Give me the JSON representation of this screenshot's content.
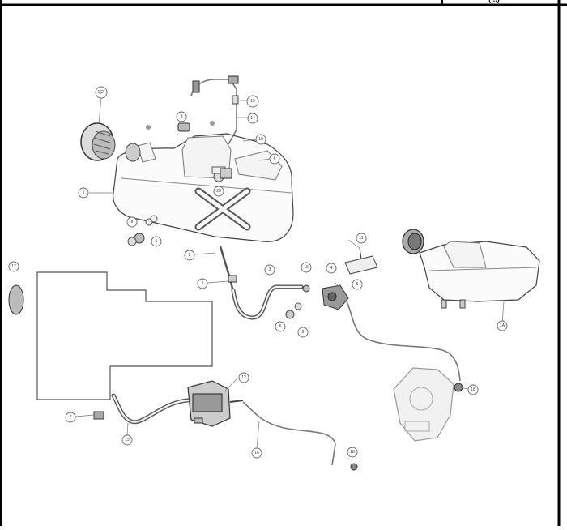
{
  "header": {
    "right_cell_text": "(...)"
  },
  "callouts": [
    {
      "id": "c-top-left",
      "label": "1(2)"
    },
    {
      "id": "c-sensor-top",
      "label": "15"
    },
    {
      "id": "c-sensor-mid",
      "label": "14"
    },
    {
      "id": "c-cap-clip",
      "label": "10"
    },
    {
      "id": "c-tank-right",
      "label": "6"
    },
    {
      "id": "c-tank-left",
      "label": "1"
    },
    {
      "id": "c-tank-bottom",
      "label": "20"
    },
    {
      "id": "c-gasket-a",
      "label": "9"
    },
    {
      "id": "c-gasket-b",
      "label": "8"
    },
    {
      "id": "c-gasket-c",
      "label": "5"
    },
    {
      "id": "c-rod-top",
      "label": "8"
    },
    {
      "id": "c-rod-mid",
      "label": "5"
    },
    {
      "id": "c-hose-top",
      "label": "3"
    },
    {
      "id": "c-hose-right",
      "label": "10"
    },
    {
      "id": "c-fitting",
      "label": "4"
    },
    {
      "id": "c-bracket",
      "label": "11"
    },
    {
      "id": "c-line",
      "label": "6"
    },
    {
      "id": "c-clip-a",
      "label": "6"
    },
    {
      "id": "c-clip-b",
      "label": "9"
    },
    {
      "id": "c-left-edge",
      "label": "12"
    },
    {
      "id": "c-pump",
      "label": "12"
    },
    {
      "id": "c-small-left",
      "label": "7"
    },
    {
      "id": "c-hose-low",
      "label": "15"
    },
    {
      "id": "c-cable-low",
      "label": "16"
    },
    {
      "id": "c-end-fitting",
      "label": "18"
    },
    {
      "id": "c-valve-clip",
      "label": "18"
    },
    {
      "id": "c-right-tank",
      "label": "1A"
    }
  ]
}
